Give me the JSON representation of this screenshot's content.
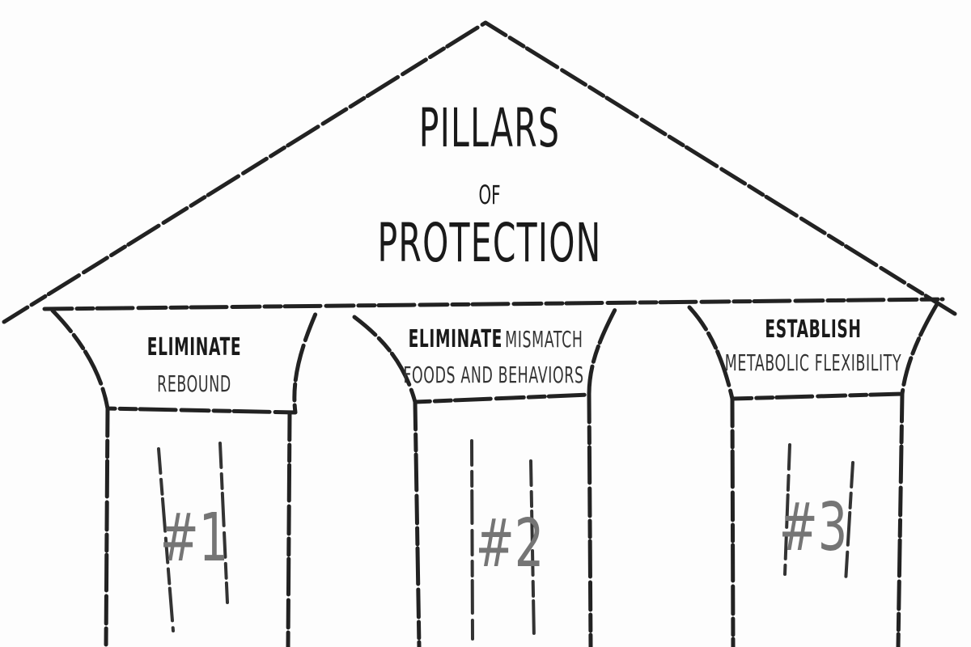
{
  "roof": {
    "title_line1": "Pillars",
    "title_line2": "of",
    "title_line3": "Protection"
  },
  "pillars": [
    {
      "number": "#1",
      "heading": "Eliminate",
      "subheading": "rebound"
    },
    {
      "number": "#2",
      "heading": "Eliminate",
      "heading_rest": "Mismatch",
      "subheading": "foods and behaviors"
    },
    {
      "number": "#3",
      "heading": "Establish",
      "subheading": "Metabolic Flexibility"
    }
  ],
  "colors": {
    "ink": "#222222",
    "number": "#757575",
    "background": "#fdfdfd"
  }
}
